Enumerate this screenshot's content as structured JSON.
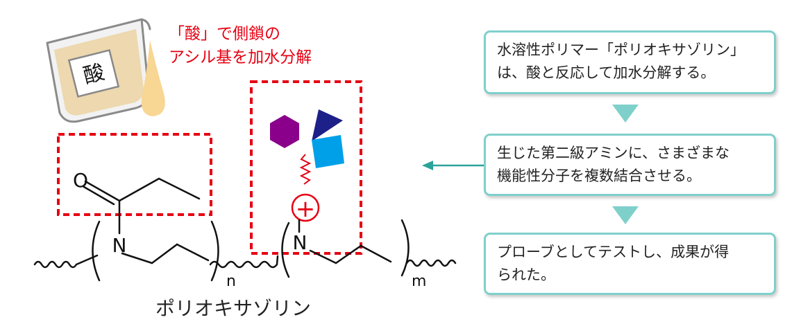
{
  "acid_note": {
    "line1": "「酸」で側鎖の",
    "line2": "アシル基を加水分解"
  },
  "beaker_label": "酸",
  "polymer": {
    "name": "ポリオキサゾリン",
    "nitrogen": "N",
    "oxygen": "O",
    "subscript_n": "n",
    "subscript_m": "m"
  },
  "plus_symbol": "+",
  "steps": [
    {
      "lines": [
        "水溶性ポリマー「ポリオキサゾリン」",
        "は、酸と反応して加水分解する。"
      ]
    },
    {
      "lines": [
        "生じた第二級アミンに、さまざまな",
        "機能性分子を複数結合させる。"
      ]
    },
    {
      "lines": [
        "プローブとしてテストし、成果が得",
        "られた。"
      ]
    }
  ],
  "colors": {
    "highlight_red": "#e60012",
    "box_teal": "#7fd0cb",
    "arrow_teal": "#2aa39a",
    "hexagon_purple": "#8b008b",
    "triangle_navy": "#1d2088",
    "square_blue": "#00a0e9",
    "acid_liquid": "#f8d693"
  }
}
